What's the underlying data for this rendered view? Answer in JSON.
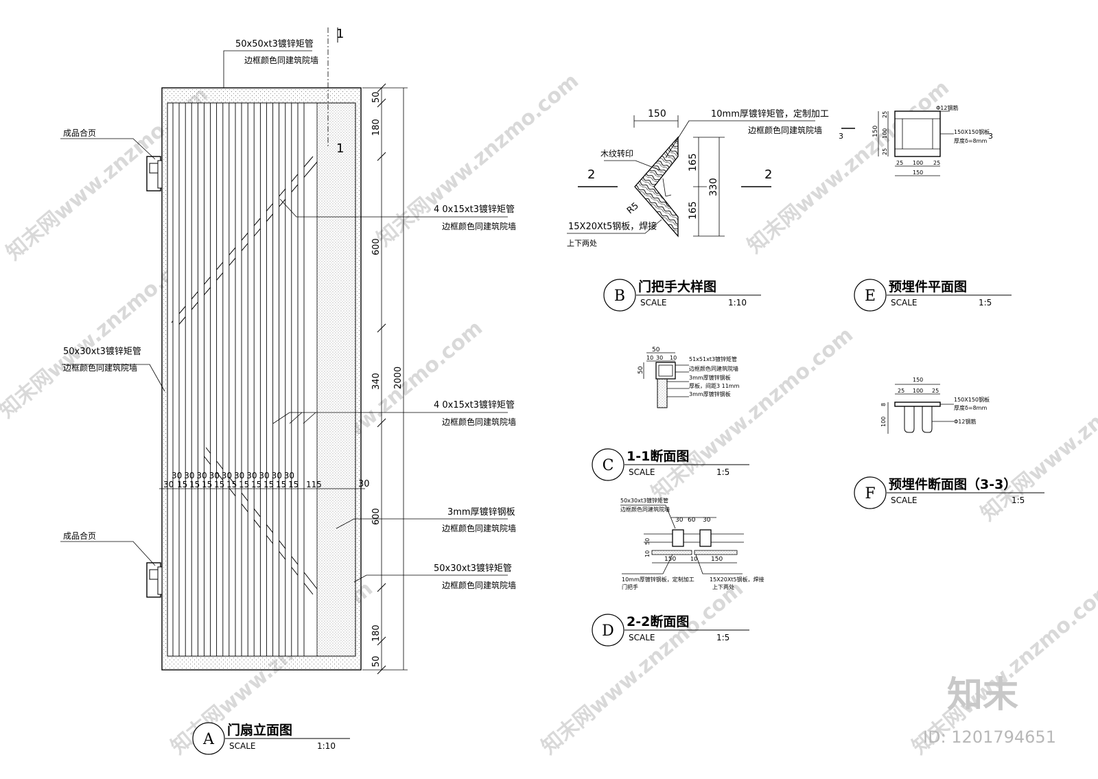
{
  "watermark": {
    "text": "知末网www.znzmo.com",
    "brand": "知末",
    "id_label": "ID: 1201794651"
  },
  "door": {
    "top_label_1": "50x50xt3镀锌矩管",
    "top_label_2": "边框颜色同建筑院墙",
    "section_mark_top": "1",
    "section_mark_bottom": "1",
    "hinge_label_top": "成品合页",
    "hinge_label_bottom": "成品合页",
    "left_label_1": "50x30xt3镀锌矩管",
    "left_label_2": "边框颜色同建筑院墙",
    "right_labels": [
      {
        "l1": "4 0x15xt3镀锌矩管",
        "l2": "边框颜色同建筑院墙"
      },
      {
        "l1": "4 0x15xt3镀锌矩管",
        "l2": "边框颜色同建筑院墙"
      },
      {
        "l1": "3mm厚镀锌钢板",
        "l2": "边框颜色同建筑院墙"
      },
      {
        "l1": "50x30xt3镀锌矩管",
        "l2": "边框颜色同建筑院墙"
      }
    ],
    "dims_vertical": [
      "50",
      "180",
      "600",
      "340",
      "600",
      "180",
      "50"
    ],
    "dim_total": "2000",
    "dims_top_row": [
      "30",
      "30",
      "30",
      "30",
      "30",
      "30",
      "30",
      "30",
      "30",
      "30"
    ],
    "dims_bottom_row": [
      "30",
      "15",
      "15",
      "15",
      "15",
      "15",
      "15",
      "15",
      "15",
      "15",
      "15",
      "115"
    ],
    "dim_right": "30"
  },
  "detail_b": {
    "dim_width": "150",
    "note_1": "10mm厚镀锌矩管，定制加工",
    "note_2": "边框颜色同建筑院墙",
    "wood_label": "木纹转印",
    "radius_label": "R5",
    "dim_165_top": "165",
    "dim_330": "330",
    "dim_165_bottom": "165",
    "plate_label": "15X20Xt5钢板，焊接",
    "plate_note": "上下两处",
    "section_mark_left": "2",
    "section_mark_right": "2"
  },
  "detail_c": {
    "dim_top": "50",
    "dims_sub": [
      "10",
      "30",
      "10"
    ],
    "dim_left": "50",
    "notes": [
      "51x51xt3镀锌矩管",
      "边框颜色同建筑院墙",
      "3mm厚镀锌钢板",
      "厚板，间距3 11mm",
      "3mm厚镀锌钢板"
    ]
  },
  "detail_d": {
    "label_top_1": "50x30xt3镀锌矩管",
    "label_top_2": "边框颜色同建筑院墙",
    "dims_top": [
      "30",
      "60",
      "30"
    ],
    "dims_bottom": [
      "150",
      "10",
      "150"
    ],
    "dim_side_1": "50",
    "dim_side_2": "10",
    "note_left_1": "10mm厚镀锌钢板，定制加工",
    "note_left_2": "门把手",
    "note_right_1": "15X20Xt5钢板，焊接",
    "note_right_2": "上下两处"
  },
  "detail_e": {
    "top_label": "Φ12钢筋",
    "right_label_1": "150X150钢板",
    "right_label_2": "厚度δ=8mm",
    "section_mark_left": "3",
    "section_mark_right": "3",
    "dims_left": [
      "25",
      "100",
      "25"
    ],
    "dim_left_total": "150",
    "dims_bottom": [
      "25",
      "100",
      "25"
    ],
    "dim_bottom_total": "150"
  },
  "detail_f": {
    "dim_top_total": "150",
    "dims_top": [
      "25",
      "100",
      "25"
    ],
    "dim_left_top": "8",
    "dim_left": "100",
    "right_label_1": "150X150钢板",
    "right_label_2": "厚度δ=8mm",
    "right_label_3": "Φ12钢筋"
  },
  "titles": [
    {
      "letter": "A",
      "name": "门扇立面图",
      "scale_label": "SCALE",
      "scale": "1:10"
    },
    {
      "letter": "B",
      "name": "门把手大样图",
      "scale_label": "SCALE",
      "scale": "1:10"
    },
    {
      "letter": "C",
      "name": "1-1断面图",
      "scale_label": "SCALE",
      "scale": "1:5"
    },
    {
      "letter": "D",
      "name": "2-2断面图",
      "scale_label": "SCALE",
      "scale": "1:5"
    },
    {
      "letter": "E",
      "name": "预埋件平面图",
      "scale_label": "SCALE",
      "scale": "1:5"
    },
    {
      "letter": "F",
      "name": "预埋件断面图（3-3）",
      "scale_label": "SCALE",
      "scale": "1:5"
    }
  ]
}
